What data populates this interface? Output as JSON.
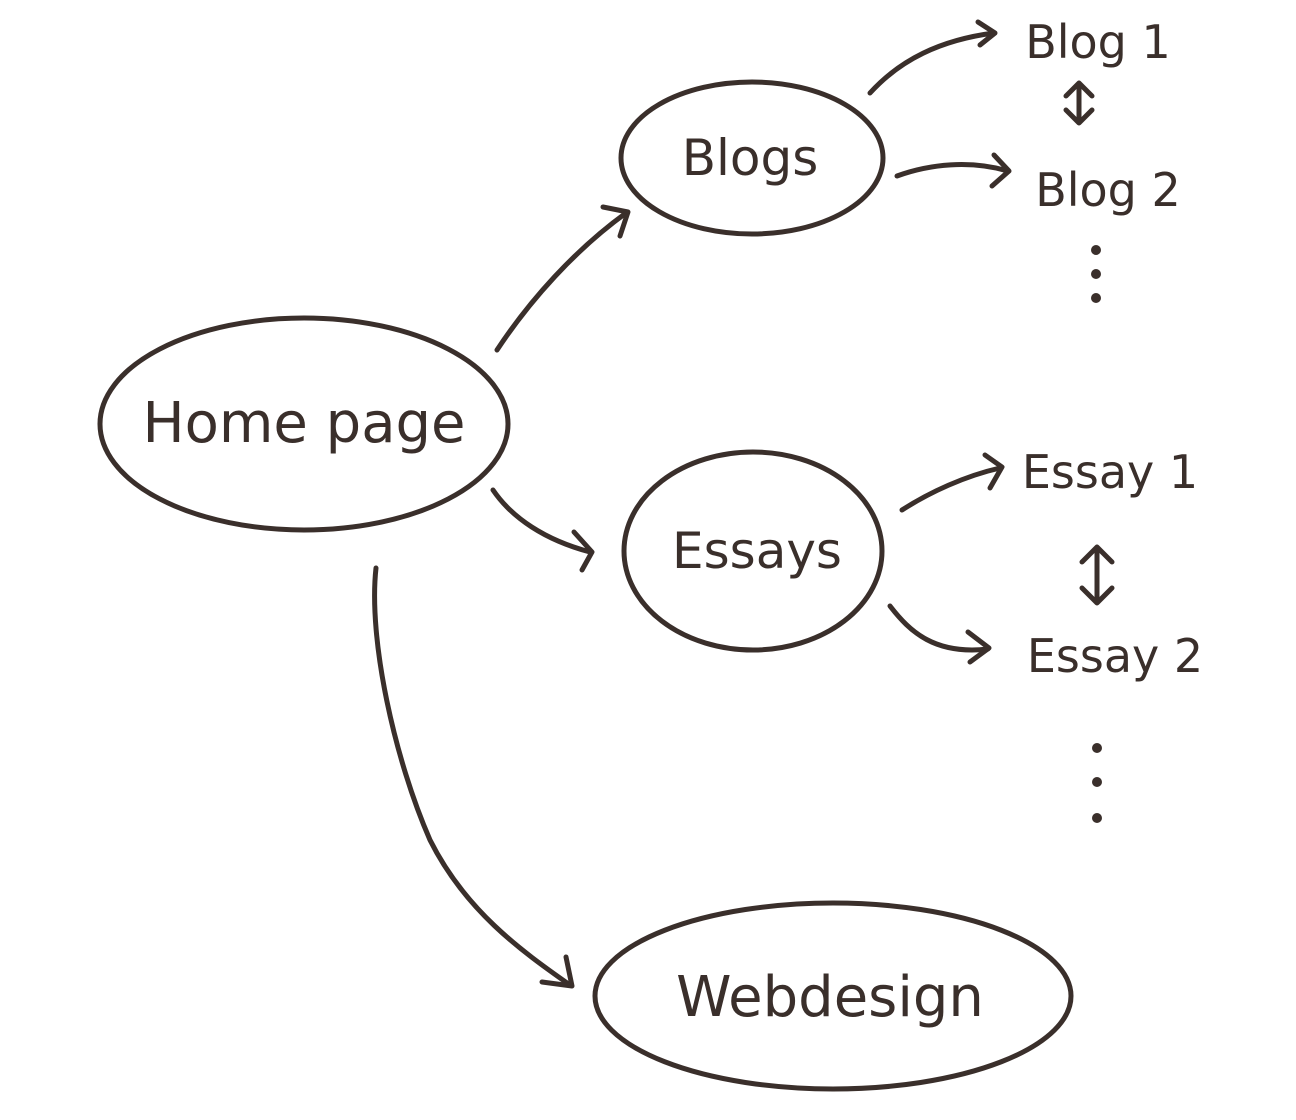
{
  "diagram": {
    "nodes": {
      "home": "Home page",
      "blogs": "Blogs",
      "essays": "Essays",
      "webdesign": "Webdesign"
    },
    "leaves": {
      "blog1": "Blog 1",
      "blog2": "Blog 2",
      "essay1": "Essay 1",
      "essay2": "Essay 2"
    },
    "colors": {
      "ink": "#3a2f2b",
      "background": "#ffffff"
    }
  }
}
